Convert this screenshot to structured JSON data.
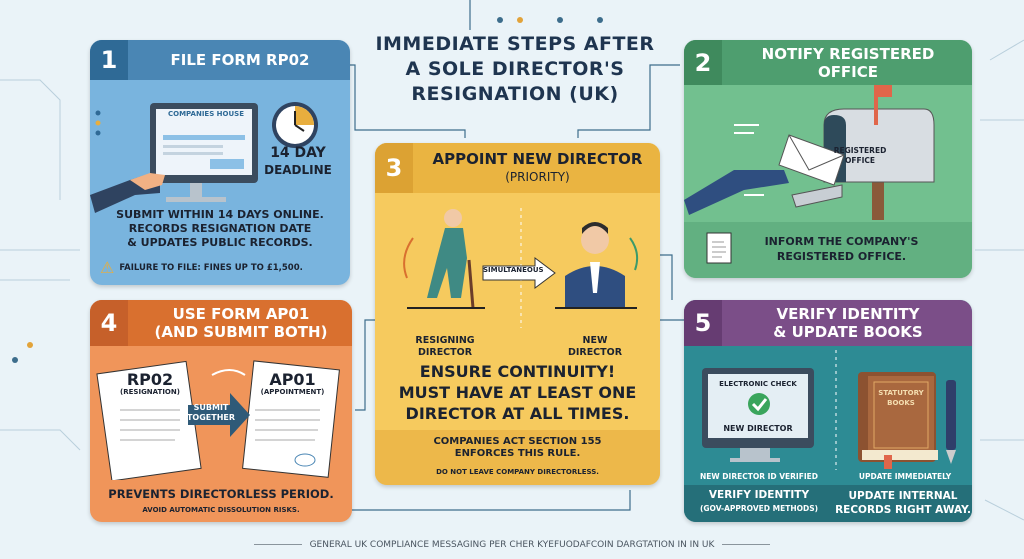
{
  "title": {
    "line1": "IMMEDIATE STEPS AFTER",
    "line2": "A SOLE DIRECTOR'S",
    "line3": "RESIGNATION (UK)"
  },
  "colors": {
    "step1": "#4a86b4",
    "step2": "#4e9e6f",
    "step3": "#e9b43e",
    "step4": "#d9702f",
    "step5_header": "#7b4e88",
    "step5_body": "#2d8b94",
    "title": "#1f3550"
  },
  "step1": {
    "number": "1",
    "title": "FILE FORM RP02",
    "screen_label": "COMPANIES HOUSE",
    "deadline_line1": "14 DAY",
    "deadline_line2": "DEADLINE",
    "body_line1": "SUBMIT WITHIN 14 DAYS ONLINE.",
    "body_line2": "RECORDS RESIGNATION DATE",
    "body_line3": "& UPDATES PUBLIC RECORDS.",
    "warning": "FAILURE TO FILE: FINES UP TO £1,500.",
    "icons": [
      "hand-icon",
      "monitor-icon",
      "clock-icon",
      "warning-icon"
    ]
  },
  "step2": {
    "number": "2",
    "title_line1": "NOTIFY REGISTERED",
    "title_line2": "OFFICE",
    "mailbox_line1": "REGISTERED",
    "mailbox_line2": "OFFICE",
    "body_line1": "INFORM THE COMPANY'S",
    "body_line2": "REGISTERED OFFICE.",
    "icons": [
      "envelope-icon",
      "mailbox-icon",
      "document-icon"
    ]
  },
  "step3": {
    "number": "3",
    "title_line1": "APPOINT NEW DIRECTOR",
    "title_line2": "(PRIORITY)",
    "arrow_label": "SIMULTANEOUS",
    "left_line1": "RESIGNING",
    "left_line2": "DIRECTOR",
    "right_line1": "NEW",
    "right_line2": "DIRECTOR",
    "main_line1": "ENSURE CONTINUITY!",
    "main_line2": "MUST HAVE AT LEAST ONE",
    "main_line3": "DIRECTOR AT ALL TIMES.",
    "footer_line1": "COMPANIES ACT SECTION 155",
    "footer_line2": "ENFORCES THIS RULE.",
    "footer_note": "DO NOT LEAVE COMPANY DIRECTORLESS."
  },
  "step4": {
    "number": "4",
    "title_line1": "USE FORM AP01",
    "title_line2": "(AND SUBMIT BOTH)",
    "doc1_title": "RP02",
    "doc1_sub": "(RESIGNATION)",
    "doc2_title": "AP01",
    "doc2_sub": "(APPOINTMENT)",
    "arrow_line1": "SUBMIT",
    "arrow_line2": "TOGETHER",
    "body": "PREVENTS DIRECTORLESS PERIOD.",
    "note": "AVOID AUTOMATIC DISSOLUTION RISKS."
  },
  "step5": {
    "number": "5",
    "title_line1": "VERIFY IDENTITY",
    "title_line2": "& UPDATE BOOKS",
    "screen_top": "ELECTRONIC CHECK",
    "screen_bottom": "NEW DIRECTOR",
    "book_line1": "STATUTORY",
    "book_line2": "BOOKS",
    "left_caption": "NEW DIRECTOR ID VERIFIED",
    "right_caption": "UPDATE IMMEDIATELY",
    "left_footer_line1": "VERIFY IDENTITY",
    "left_footer_line2": "(GOV-APPROVED METHODS)",
    "right_footer_line1": "UPDATE INTERNAL",
    "right_footer_line2": "RECORDS RIGHT AWAY."
  },
  "footer": "GENERAL UK COMPLIANCE MESSAGING PER CHER KYEFUODAFCOIN DARGTATION IN IN UK"
}
